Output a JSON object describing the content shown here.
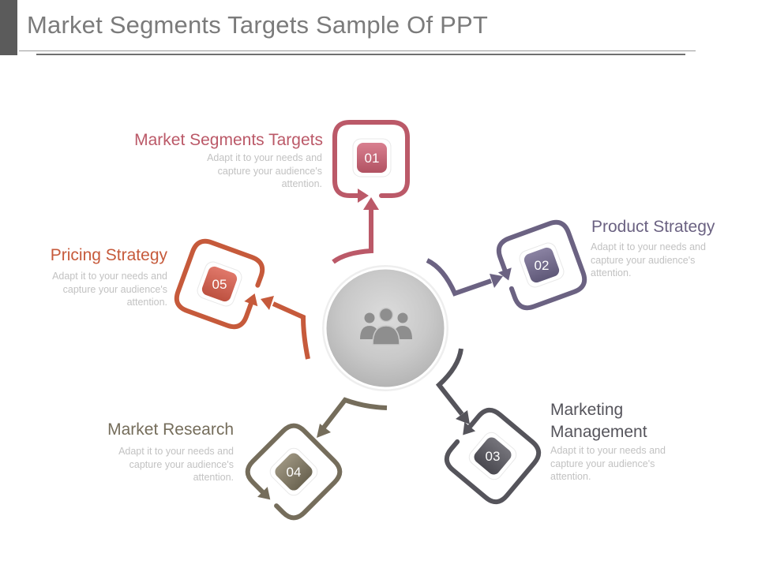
{
  "title": "Market Segments Targets Sample Of PPT",
  "center": {
    "icon": "group-people-icon"
  },
  "items": [
    {
      "number": "01",
      "label": "Market Segments Targets",
      "desc": [
        "Adapt it to your needs and",
        "capture your audience's",
        "attention."
      ],
      "color": "#bb5968"
    },
    {
      "number": "02",
      "label": "Product Strategy",
      "desc": [
        "Adapt it to your needs and",
        "capture your audience's",
        "attention."
      ],
      "color": "#6b6282"
    },
    {
      "number": "03",
      "label_lines": [
        "Marketing",
        "Management"
      ],
      "desc": [
        "Adapt it to your needs and",
        "capture your audience's",
        "attention."
      ],
      "color": "#55545b"
    },
    {
      "number": "04",
      "label": "Market Research",
      "desc": [
        "Adapt it to your needs and",
        "capture your audience's",
        "attention."
      ],
      "color": "#756d5b"
    },
    {
      "number": "05",
      "label": "Pricing Strategy",
      "desc": [
        "Adapt it to your needs and",
        "capture your audience's",
        "attention."
      ],
      "color": "#c65a3b"
    }
  ]
}
